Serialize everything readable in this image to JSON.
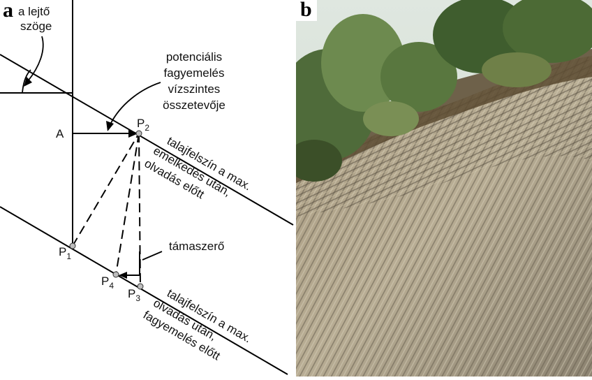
{
  "panel_a": {
    "letter": "a",
    "angle_label_1": "a lejtő",
    "angle_label_2": "szöge",
    "frost_label_1": "potenciális",
    "frost_label_2": "fagyemelés",
    "frost_label_3": "vízszintes",
    "frost_label_4": "összetevője",
    "point_a": "A",
    "p1": "P",
    "p1_sub": "1",
    "p2": "P",
    "p2_sub": "2",
    "p3": "P",
    "p3_sub": "3",
    "p4": "P",
    "p4_sub": "4",
    "upper_surface_1": "talajfelszín a max.",
    "upper_surface_2": "emelkedés után,",
    "upper_surface_3": "olvadás előtt",
    "retaining_label": "támaszerő",
    "lower_surface_1": "talajfelszín a max.",
    "lower_surface_2": "olvadás után,",
    "lower_surface_3": "fagyemelés előtt"
  },
  "panel_b": {
    "letter": "b"
  }
}
